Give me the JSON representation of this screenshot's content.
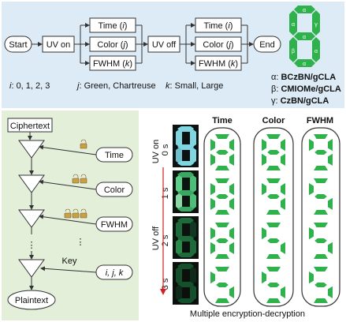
{
  "top": {
    "start": "Start",
    "uv_on": "UV on",
    "uv_off": "UV off",
    "end": "End",
    "stage1": [
      {
        "name": "Time",
        "var": "i"
      },
      {
        "name": "Color",
        "var": "j"
      },
      {
        "name": "FWHM",
        "var": "k"
      }
    ],
    "stage2": [
      {
        "name": "Time",
        "var": "i"
      },
      {
        "name": "Color",
        "var": "j"
      },
      {
        "name": "FWHM",
        "var": "k"
      }
    ],
    "param_i": {
      "var": "i",
      "text": ": 0, 1, 2, 3"
    },
    "param_j": {
      "var": "j",
      "text": ": Green, Chartreuse"
    },
    "param_k": {
      "var": "k",
      "text": ": Small, Large"
    },
    "seg_labels": {
      "alpha": "α",
      "beta": "β",
      "gamma": "γ"
    },
    "legend": [
      {
        "sym": "α",
        "name": "BCzBN/gCLA"
      },
      {
        "sym": "β",
        "name": "CMIOMe/gCLA"
      },
      {
        "sym": "γ",
        "name": "CzBN/gCLA"
      }
    ]
  },
  "left": {
    "ciphertext": "Ciphertext",
    "inputs": [
      "Time",
      "Color",
      "FWHM"
    ],
    "key_label": "Key",
    "key_input": "i, j, k",
    "plaintext": "Plaintext",
    "dots": "⋮"
  },
  "right": {
    "columns": [
      "Time",
      "Color",
      "FWHM"
    ],
    "uv_on_label": "UV on",
    "uv_off_label": "UV off",
    "times": [
      "0 s",
      "1 s",
      "2 s",
      "3 s"
    ],
    "digits": {
      "Time": [
        "8",
        "8",
        "8",
        "5"
      ],
      "Color": [
        "8",
        "9",
        "5",
        "5"
      ],
      "FWHM": [
        "9",
        "5",
        "5",
        "5"
      ]
    },
    "caption": "Multiple encryption-decryption"
  },
  "colors": {
    "segment": "#2fb24c",
    "top_bg": "#dcebf6",
    "left_bg": "#e3efd9",
    "uv_arrow": "#d02020"
  }
}
